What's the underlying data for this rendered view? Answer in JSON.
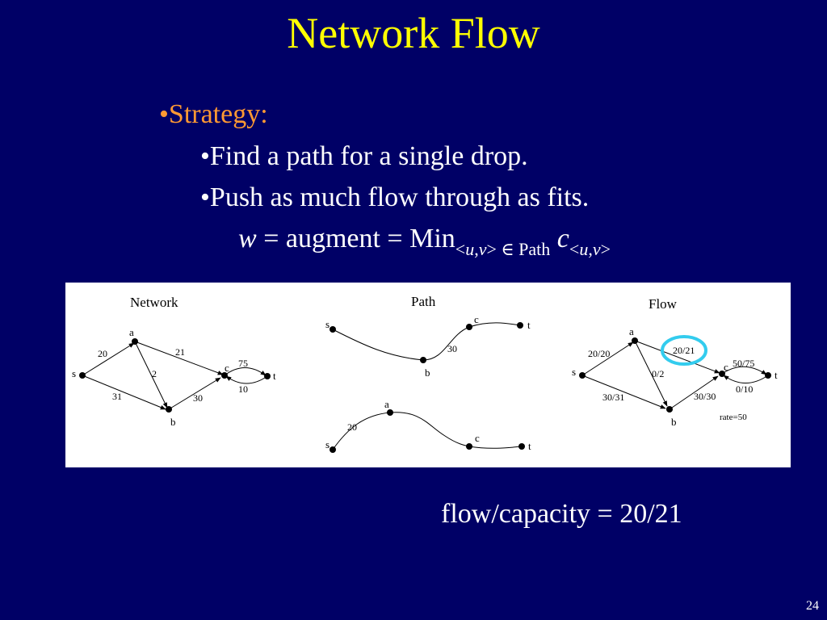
{
  "slide": {
    "title": "Network Flow",
    "page_number": "24"
  },
  "bullets": {
    "strategy": "•Strategy:",
    "find_path": "•Find a path for a single drop.",
    "push_flow": "•Push as much flow through as fits."
  },
  "formula": {
    "var": "w",
    "eq_augment": " = augment = Min",
    "sub_open": "<",
    "sub_u": "u",
    "sub_comma": ",",
    "sub_v": "v",
    "sub_close": "> ∈ Path",
    "c": "c",
    "sub2_open": "<",
    "sub2_u": "u",
    "sub2_comma": ",",
    "sub2_v": "v",
    "sub2_close": ">"
  },
  "caption": "flow/capacity = 20/21",
  "diagrams": {
    "network": {
      "title": "Network",
      "nodes": {
        "s": "s",
        "a": "a",
        "b": "b",
        "c": "c",
        "t": "t"
      },
      "edges": {
        "sa": "20",
        "ac": "21",
        "ab": "2",
        "sb": "31",
        "bc": "30",
        "ct": "75",
        "tc": "10"
      }
    },
    "path": {
      "title": "Path",
      "path1": {
        "s": "s",
        "b": "b",
        "c": "c",
        "t": "t",
        "bc": "30"
      },
      "path2": {
        "s": "s",
        "a": "a",
        "c": "c",
        "t": "t",
        "sa": "20"
      }
    },
    "flow": {
      "title": "Flow",
      "nodes": {
        "s": "s",
        "a": "a",
        "b": "b",
        "c": "c",
        "t": "t"
      },
      "edges": {
        "sa": "20/20",
        "ac": "20/21",
        "ab": "0/2",
        "sb": "30/31",
        "bc": "30/30",
        "ct": "50/75",
        "tc": "0/10"
      },
      "rate": "rate=50",
      "highlight_color": "#33ccee"
    }
  }
}
